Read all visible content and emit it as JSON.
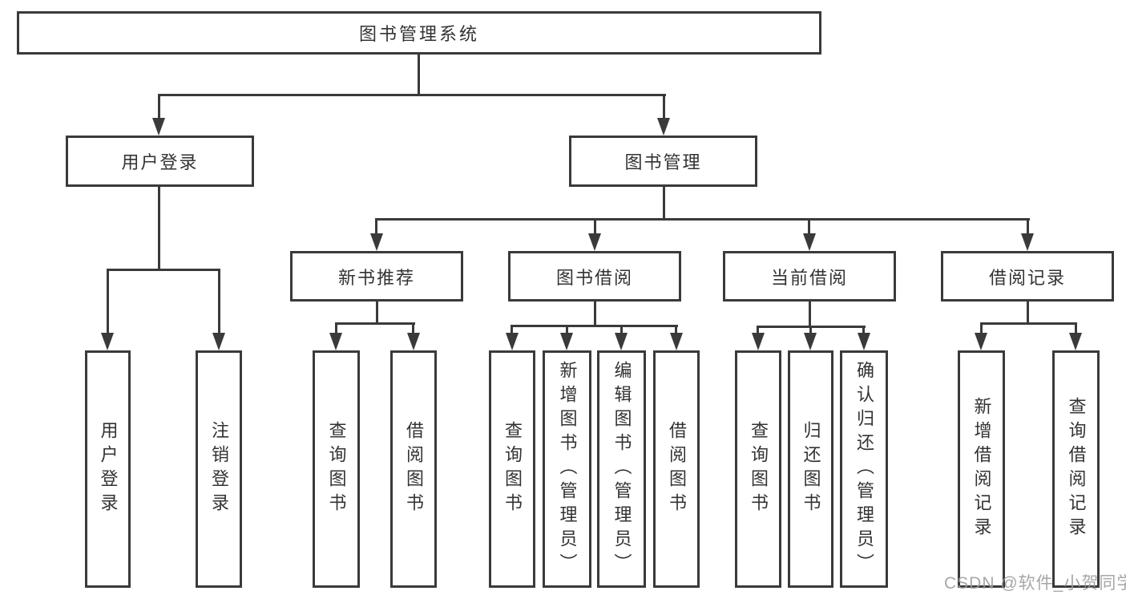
{
  "nodes": {
    "root": "图书管理系统",
    "user_login": "用户登录",
    "book_mgmt": "图书管理",
    "new_book_rec": "新书推荐",
    "book_borrow": "图书借阅",
    "current_borrow": "当前借阅",
    "borrow_records": "借阅记录",
    "leaves": {
      "user": [
        "用户登录",
        "注销登录"
      ],
      "recommend": [
        "查询图书",
        "借阅图书"
      ],
      "borrow": [
        "查询图书",
        "新增图书（管理员）",
        "编辑图书（管理员）",
        "借阅图书"
      ],
      "current": [
        "查询图书",
        "归还图书",
        "确认归还（管理员）"
      ],
      "records": [
        "新增借阅记录",
        "查询借阅记录"
      ]
    }
  },
  "watermark": "CSDN @软件_小贺同学",
  "colors": {
    "line": "#3a3a3a",
    "text": "#333333",
    "watermark": "#9e9e9e",
    "background": "#ffffff"
  }
}
